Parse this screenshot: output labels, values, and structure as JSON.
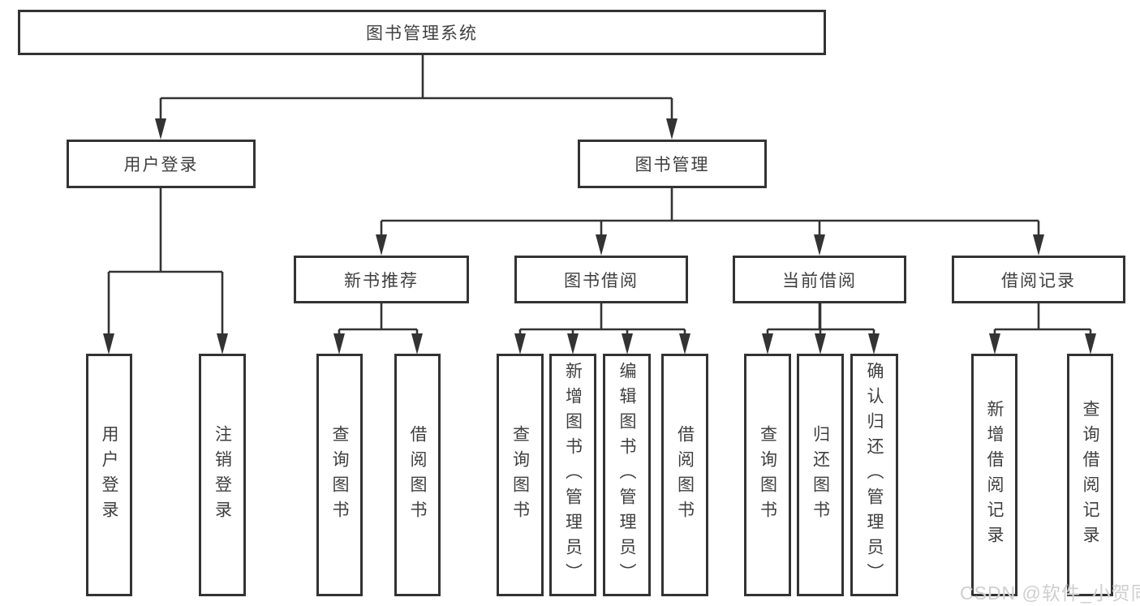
{
  "colors": {
    "line": "#333333",
    "text": "#3f3f3f",
    "box_background": "#ffffff",
    "watermark": "#cfcfcf"
  },
  "watermark": {
    "text": "CSDN @软件_小贺同学"
  },
  "tree": {
    "root": {
      "label": "图书管理系统"
    },
    "level2": [
      {
        "label": "用户登录",
        "children": [
          {
            "label": "用户登录"
          },
          {
            "label": "注销登录"
          }
        ]
      },
      {
        "label": "图书管理",
        "children": [
          {
            "label": "新书推荐",
            "children": [
              {
                "label": "查询图书"
              },
              {
                "label": "借阅图书"
              }
            ]
          },
          {
            "label": "图书借阅",
            "children": [
              {
                "label": "查询图书"
              },
              {
                "label": "新增图书（管理员）"
              },
              {
                "label": "编辑图书（管理员）"
              },
              {
                "label": "借阅图书"
              }
            ]
          },
          {
            "label": "当前借阅",
            "children": [
              {
                "label": "查询图书"
              },
              {
                "label": "归还图书"
              },
              {
                "label": "确认归还（管理员）"
              }
            ]
          },
          {
            "label": "借阅记录",
            "children": [
              {
                "label": "新增借阅记录"
              },
              {
                "label": "查询借阅记录"
              }
            ]
          }
        ]
      }
    ]
  }
}
